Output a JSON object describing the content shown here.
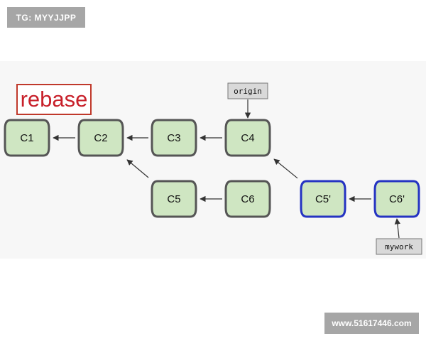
{
  "watermarks": {
    "top_left": "TG: MYYJJPP",
    "bottom_right": "www.51617446.com"
  },
  "title": "rebase",
  "commits": [
    {
      "id": "C1",
      "style": "original"
    },
    {
      "id": "C2",
      "style": "original"
    },
    {
      "id": "C3",
      "style": "original"
    },
    {
      "id": "C4",
      "style": "original"
    },
    {
      "id": "C5",
      "style": "original"
    },
    {
      "id": "C6",
      "style": "original"
    },
    {
      "id": "C5'",
      "style": "rebased"
    },
    {
      "id": "C6'",
      "style": "rebased"
    }
  ],
  "parent_links": [
    {
      "child": "C2",
      "parent": "C1"
    },
    {
      "child": "C3",
      "parent": "C2"
    },
    {
      "child": "C4",
      "parent": "C3"
    },
    {
      "child": "C5",
      "parent": "C2"
    },
    {
      "child": "C6",
      "parent": "C5"
    },
    {
      "child": "C5'",
      "parent": "C4"
    },
    {
      "child": "C6'",
      "parent": "C5'"
    }
  ],
  "refs": [
    {
      "name": "origin",
      "target": "C4"
    },
    {
      "name": "mywork",
      "target": "C6'"
    }
  ],
  "colors": {
    "commit_fill": "#cfe6c2",
    "original_border": "#555555",
    "rebased_border": "#2433c2",
    "ref_fill": "#d9d9d9",
    "title_red": "#c8202a"
  }
}
